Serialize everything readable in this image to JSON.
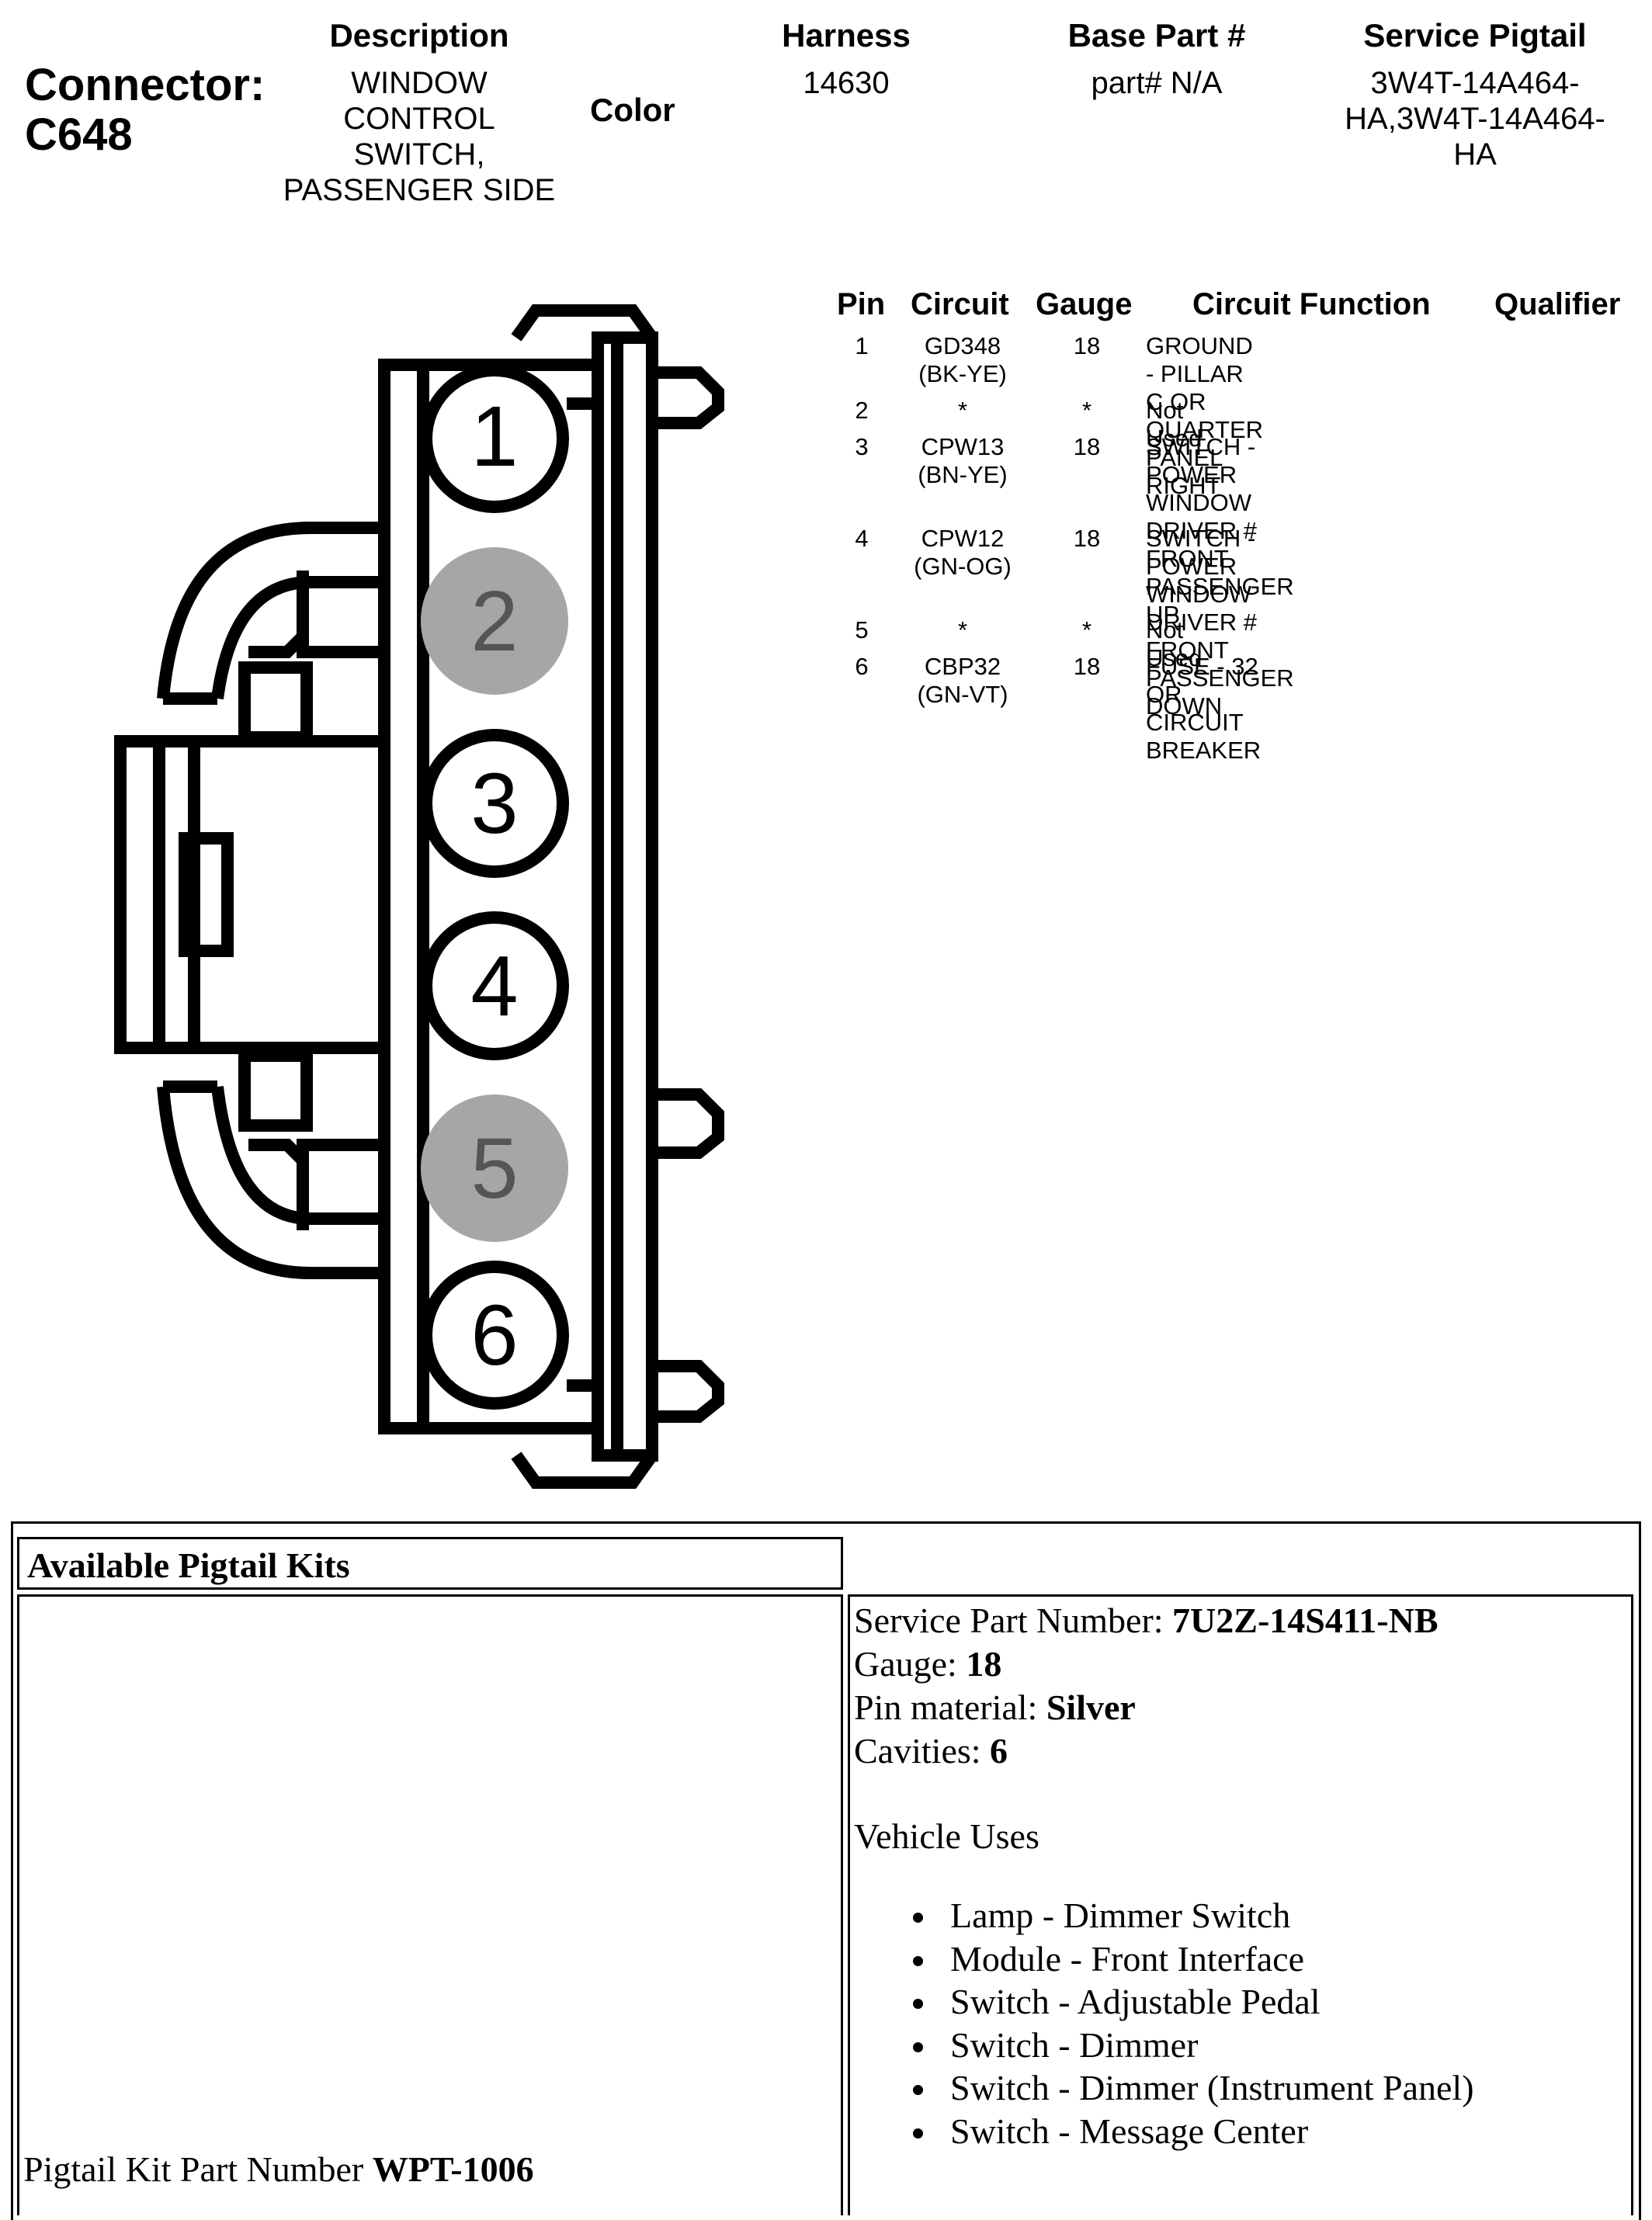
{
  "connector": {
    "label": "Connector:",
    "id": "C648"
  },
  "header": {
    "description_h": "Description",
    "description_v": [
      "WINDOW",
      "CONTROL",
      "SWITCH,",
      "PASSENGER SIDE"
    ],
    "color_h": "Color",
    "harness_h": "Harness",
    "harness_v": "14630",
    "base_h": "Base Part #",
    "base_v": "part# N/A",
    "service_h": "Service Pigtail",
    "service_v": [
      "3W4T-14A464-",
      "HA,3W4T-14A464-",
      "HA"
    ]
  },
  "pin_table": {
    "headers": {
      "pin": "Pin",
      "circuit": "Circuit",
      "gauge": "Gauge",
      "function": "Circuit Function",
      "qualifier": "Qualifier"
    },
    "rows": [
      {
        "pin": "1",
        "circuit": [
          "GD348",
          "(BK-YE)"
        ],
        "gauge": "18",
        "function": [
          "GROUND - PILLAR C OR",
          "QUARTER PANEL RIGHT"
        ]
      },
      {
        "pin": "2",
        "circuit": [
          "*"
        ],
        "gauge": "*",
        "function": [
          "Not Used"
        ]
      },
      {
        "pin": "3",
        "circuit": [
          "CPW13",
          "(BN-YE)"
        ],
        "gauge": "18",
        "function": [
          "SWITCH - POWER WINDOW",
          "DRIVER # FRONT",
          "PASSENGER UP"
        ]
      },
      {
        "pin": "4",
        "circuit": [
          "CPW12",
          "(GN-OG)"
        ],
        "gauge": "18",
        "function": [
          "SWITCH - POWER WINDOW",
          "DRIVER # FRONT",
          "PASSENGER DOWN"
        ]
      },
      {
        "pin": "5",
        "circuit": [
          "*"
        ],
        "gauge": "*",
        "function": [
          "Not Used"
        ]
      },
      {
        "pin": "6",
        "circuit": [
          "CBP32",
          "(GN-VT)"
        ],
        "gauge": "18",
        "function": [
          "FUSE - 32 OR CIRCUIT",
          "BREAKER"
        ]
      }
    ]
  },
  "diagram": {
    "cavities": [
      {
        "label": "1",
        "used": true
      },
      {
        "label": "2",
        "used": false
      },
      {
        "label": "3",
        "used": true
      },
      {
        "label": "4",
        "used": true
      },
      {
        "label": "5",
        "used": false
      },
      {
        "label": "6",
        "used": true
      }
    ],
    "unused_fill": "#a6a6a6"
  },
  "kits": {
    "title": "Available Pigtail Kits",
    "service_part_label": "Service Part Number: ",
    "service_part_value": "7U2Z-14S411-NB",
    "gauge_label": "Gauge: ",
    "gauge_value": "18",
    "pin_material_label": "Pin material: ",
    "pin_material_value": "Silver",
    "cavities_label": "Cavities: ",
    "cavities_value": "6",
    "vehicle_uses_label": "Vehicle Uses",
    "vehicle_uses": [
      "Lamp - Dimmer Switch",
      "Module - Front Interface",
      "Switch - Adjustable Pedal",
      "Switch - Dimmer",
      "Switch - Dimmer (Instrument Panel)",
      "Switch - Message Center"
    ],
    "kit_part_label": "Pigtail Kit Part Number ",
    "kit_part_value": "WPT-1006"
  }
}
